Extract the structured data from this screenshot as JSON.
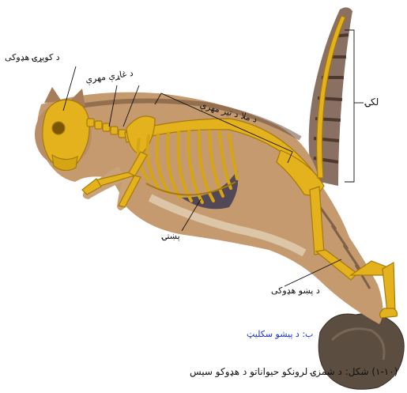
{
  "labels": {
    "skull": "د کوپړۍ هډوکی",
    "neck": "د غاړې مهرې",
    "spine": "د ملا د تیر مهرې",
    "tail": "لکۍ",
    "ribs": "پښتۍ",
    "hind_leg": "د پښو هډوکی",
    "subtitle": "ب: د پیشو سکلیټ",
    "caption": "(۱-۱۰) شکل: د شمزۍ لرونکو حیواناتو د هډوکو سیس"
  },
  "colors": {
    "bone": "#e3b21c",
    "bone_shade": "#a67a08",
    "fur_light": "#c99a68",
    "fur_dark": "#5a4030",
    "belly": "#3e3a52",
    "rock": "#5b4d40",
    "subtitle": "#1a33d6"
  }
}
